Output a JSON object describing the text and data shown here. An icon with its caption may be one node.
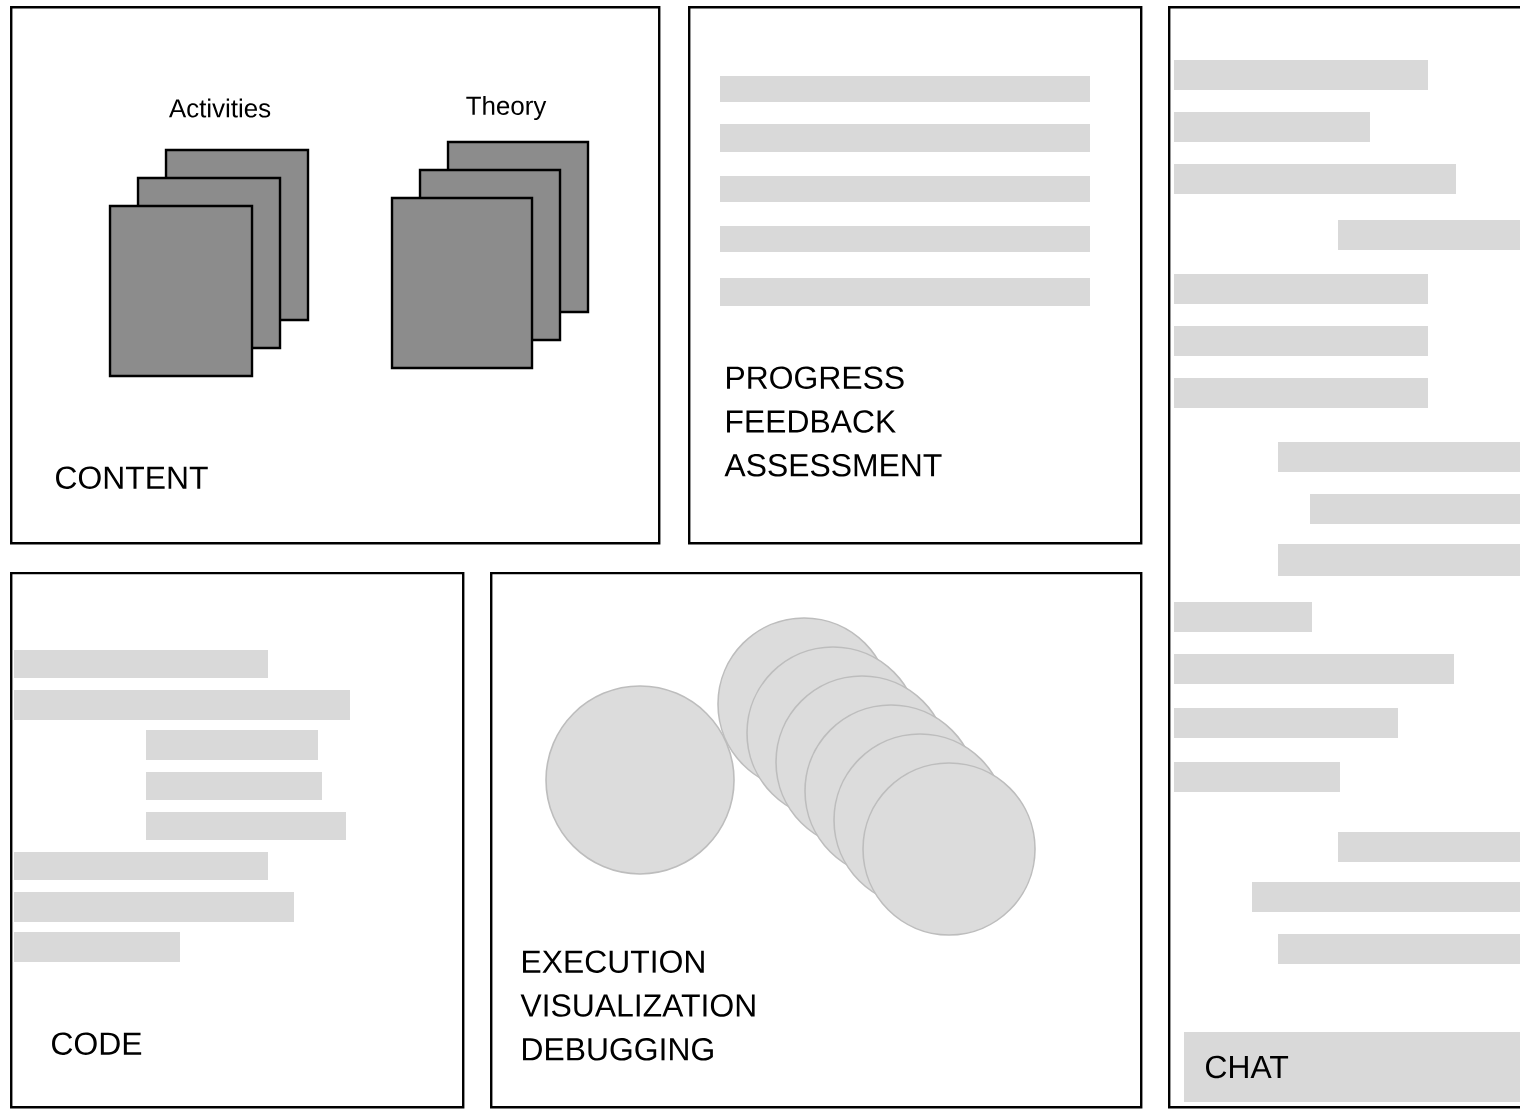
{
  "diagram": {
    "nodes": [
      {
        "text": [
          "CONTENT"
        ]
      },
      {
        "text": [
          "Activities"
        ],
        "in": 0
      },
      {
        "text": [
          "Theory"
        ],
        "in": 0
      },
      {
        "text": [
          "PROGRESS FEEDBACK ASSESSMENT"
        ]
      },
      {
        "text": [
          "CHAT"
        ]
      },
      {
        "text": [
          "CODE"
        ]
      },
      {
        "text": [
          "EXECUTION VISUALIZATION DEBUGGING"
        ]
      }
    ]
  }
}
